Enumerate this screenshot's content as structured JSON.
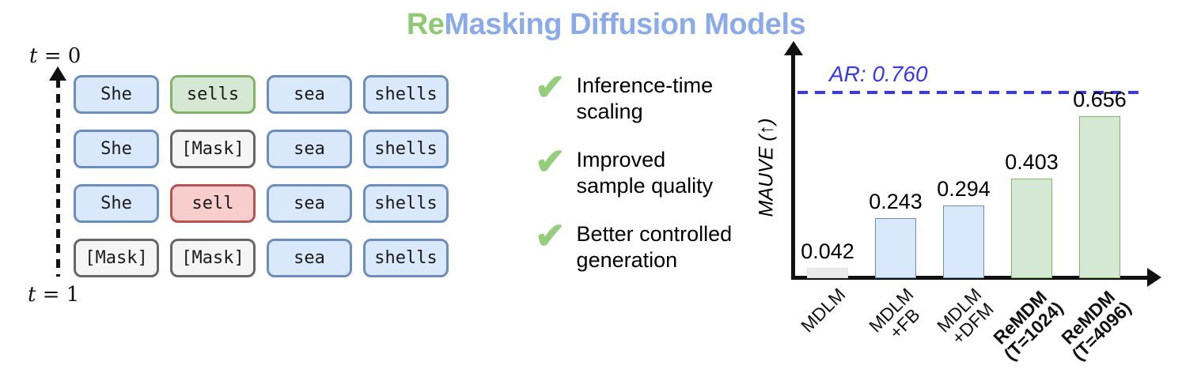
{
  "title": {
    "part1": "Re",
    "part2": "Masking Diffusion Models"
  },
  "diagram": {
    "time_var": "t",
    "time_start_eq": "= 0",
    "time_end_eq": "= 1",
    "rows": [
      [
        {
          "text": "She",
          "color": "blue"
        },
        {
          "text": "sells",
          "color": "green"
        },
        {
          "text": "sea",
          "color": "blue"
        },
        {
          "text": "shells",
          "color": "blue"
        }
      ],
      [
        {
          "text": "She",
          "color": "blue"
        },
        {
          "text": "[Mask]",
          "color": "gray"
        },
        {
          "text": "sea",
          "color": "blue"
        },
        {
          "text": "shells",
          "color": "blue"
        }
      ],
      [
        {
          "text": "She",
          "color": "blue"
        },
        {
          "text": "sell",
          "color": "red"
        },
        {
          "text": "sea",
          "color": "blue"
        },
        {
          "text": "shells",
          "color": "blue"
        }
      ],
      [
        {
          "text": "[Mask]",
          "color": "gray"
        },
        {
          "text": "[Mask]",
          "color": "gray"
        },
        {
          "text": "sea",
          "color": "blue"
        },
        {
          "text": "shells",
          "color": "blue"
        }
      ]
    ]
  },
  "features": [
    {
      "icon": "checkmark-icon",
      "text": "Inference-time\nscaling"
    },
    {
      "icon": "checkmark-icon",
      "text": "Improved\nsample quality"
    },
    {
      "icon": "checkmark-icon",
      "text": "Better controlled\ngeneration"
    }
  ],
  "chart_data": {
    "type": "bar",
    "categories": [
      "MDLM",
      "MDLM\n+FB",
      "MDLM\n+DFM",
      "ReMDM\n(T=1024)",
      "ReMDM\n(T=4096)"
    ],
    "values": [
      0.042,
      0.243,
      0.294,
      0.403,
      0.656
    ],
    "bar_colors": [
      "gray",
      "blue",
      "blue",
      "green",
      "green"
    ],
    "emphasis": [
      false,
      false,
      false,
      true,
      true
    ],
    "title": "",
    "xlabel": "",
    "ylabel": "MAUVE (↑)",
    "ylim": [
      0,
      0.82
    ],
    "grid": false,
    "legend": "none",
    "reference_line": {
      "label": "AR: 0.760",
      "value": 0.76
    }
  },
  "colors": {
    "title_green": "#8ec973",
    "title_blue": "#8aabe8",
    "check_green": "#94ce7c",
    "ar_blue": "#3838f0",
    "token_blue_fill": "#dae8fc",
    "token_blue_border": "#6c8ebf",
    "token_green_fill": "#d5e8d4",
    "token_green_border": "#82b366",
    "token_red_fill": "#f8cecc",
    "token_red_border": "#b85450",
    "token_gray_fill": "#f5f5f5",
    "token_gray_border": "#666666",
    "bar_gray_fill": "#ebebeb",
    "bar_gray_border": "#e2e2e2"
  }
}
